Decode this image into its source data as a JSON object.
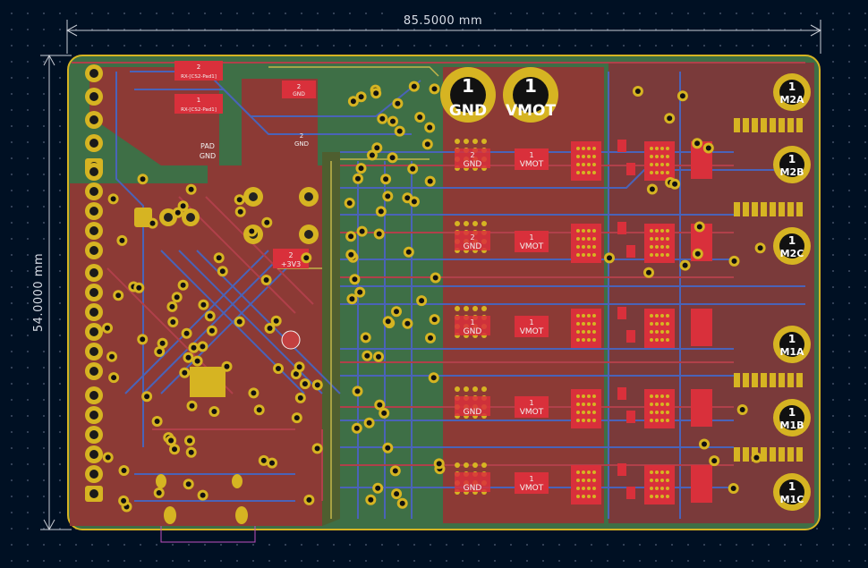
{
  "dimensions": {
    "width_label": "85.5000 mm",
    "height_label": "54.0000 mm"
  },
  "terminals": {
    "gnd": {
      "number": "1",
      "name": "GND"
    },
    "vmot": {
      "number": "1",
      "name": "VMOT"
    }
  },
  "motor_terminals": [
    {
      "number": "1",
      "name": "M2A"
    },
    {
      "number": "1",
      "name": "M2B"
    },
    {
      "number": "1",
      "name": "M2C"
    },
    {
      "number": "1",
      "name": "M1A"
    },
    {
      "number": "1",
      "name": "M1B"
    },
    {
      "number": "1",
      "name": "M1C"
    }
  ],
  "mosfet_pads": [
    {
      "left_num": "2",
      "left_name": "GND",
      "right_num": "1",
      "right_name": "VMOT"
    },
    {
      "left_num": "2",
      "left_name": "GND",
      "right_num": "1",
      "right_name": "VMOT"
    },
    {
      "left_num": "1",
      "left_name": "GND",
      "right_num": "1",
      "right_name": "VMOT"
    },
    {
      "left_num": "",
      "left_name": "GND",
      "right_num": "1",
      "right_name": "VMOT"
    },
    {
      "left_num": "",
      "left_name": "GND",
      "right_num": "1",
      "right_name": "VMOT"
    }
  ],
  "small_labels": {
    "rx_top_num": "2",
    "rx_top": "RX-[CS2-Pad1]",
    "rx_bot_num": "1",
    "rx_bot": "RX-[CS2-Pad1]",
    "pad": "PAD",
    "pad_gnd": "GND",
    "gnd_small_num": "2",
    "gnd_small": "GND",
    "gnd_top_num": "2",
    "gnd_top": "GND",
    "v3v3_num": "2",
    "v3v3": "+3V3"
  },
  "colors": {
    "board_copper": "#8c3a35",
    "board_green": "#3e6f46",
    "pad_red": "#d9303b",
    "via_gold": "#d6b422",
    "trace_blue": "#4a63b8",
    "silk": "#f2f2f2"
  }
}
